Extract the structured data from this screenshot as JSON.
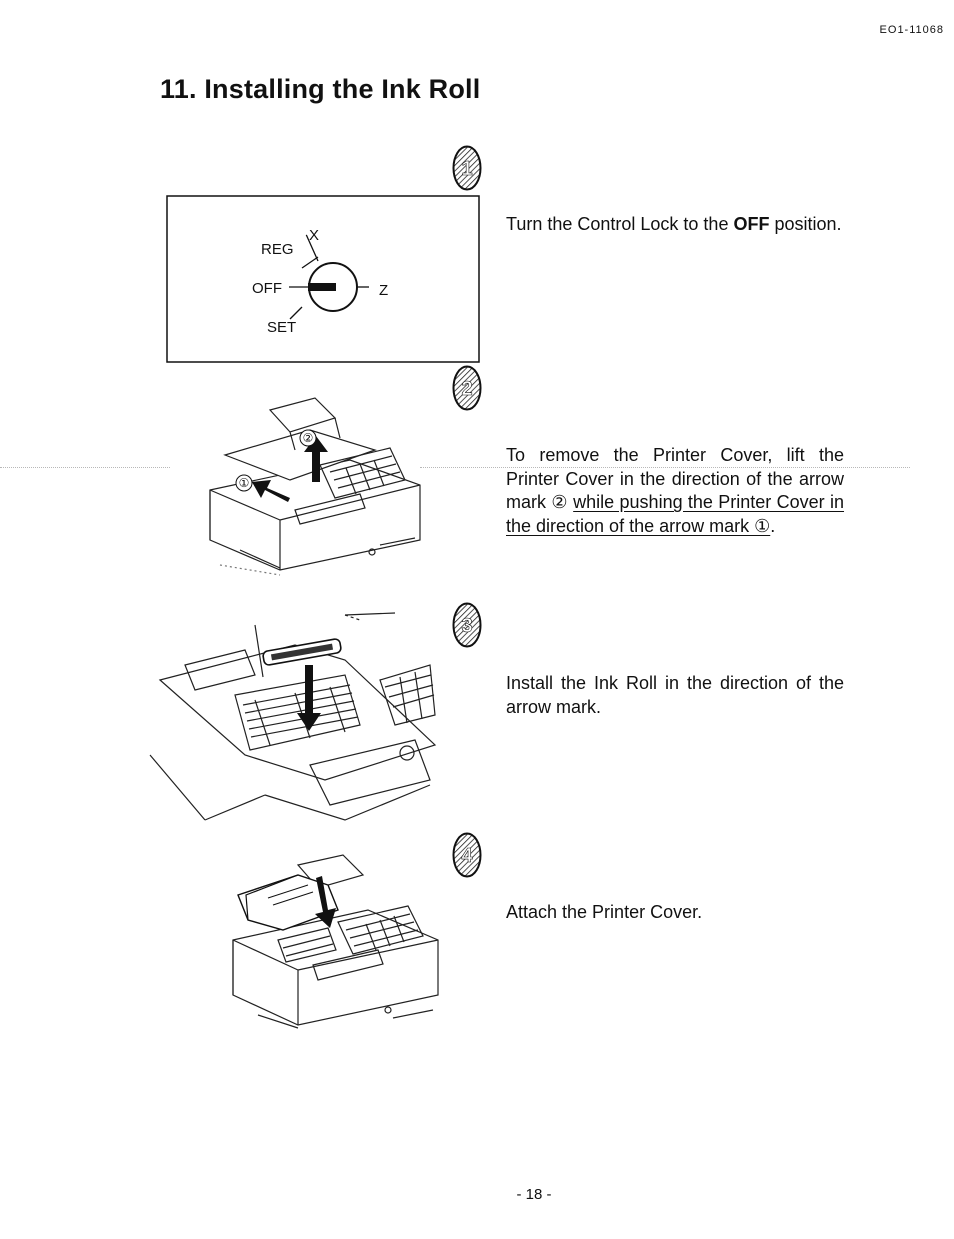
{
  "header": {
    "doc_code": "EO1-11068"
  },
  "title": "11. Installing the Ink Roll",
  "lock_labels": {
    "reg": "REG",
    "x": "X",
    "off": "OFF",
    "z": "Z",
    "set": "SET"
  },
  "steps": [
    {
      "number": "1",
      "text_pre": "Turn the Control Lock to the ",
      "text_bold": "OFF",
      "text_post": " position."
    },
    {
      "number": "2",
      "text_pre": "To remove the Printer Cover, lift the Printer Cover in the direction of the arrow mark ② ",
      "text_underlined": "while pushing the Printer Cover in the direction of the arrow mark ①",
      "text_post": "."
    },
    {
      "number": "3",
      "text": "Install the Ink Roll in the direction of the arrow mark."
    },
    {
      "number": "4",
      "text": "Attach the Printer Cover."
    }
  ],
  "illustration_marks": {
    "arrow_2": "②",
    "arrow_1": "①"
  },
  "footer": {
    "page_number": "- 18 -"
  }
}
